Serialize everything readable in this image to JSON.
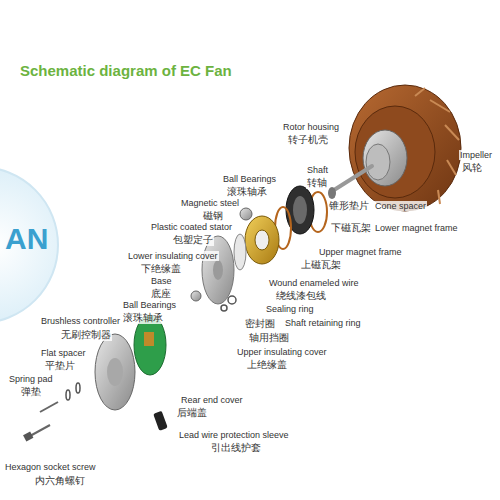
{
  "diagram": {
    "title": "Schematic diagram of EC Fan",
    "labels": [
      "AN",
      "Rotor housing",
      "转子机壳",
      "Impeller",
      "风轮",
      "Shaft",
      "转轴",
      "Ball Bearings",
      "滚珠轴承",
      "Magnetic steel",
      "锥形垫片",
      "Cone spacer",
      "磁钢",
      "Plastic coated stator",
      "下磁瓦架",
      "Lower magnet frame",
      "包塑定子",
      "Lower insulating cover",
      "Upper magnet frame",
      "下绝缘盖",
      "Base",
      "上磁瓦架",
      "底座",
      "Wound enameled wire",
      "Ball Bearings",
      "滚珠轴承",
      "绕线漆包线",
      "Sealing ring",
      "Brushless controller",
      "密封圈",
      "Shaft retaining ring",
      "无刷控制器",
      "轴用挡圈",
      "Upper insulating cover",
      "Flat spacer",
      "Spring pad",
      "上绝缘盖",
      "平垫片",
      "弹垫",
      "Rear end cover",
      "后端盖",
      "Lead wire protection sleeve",
      "引出线护套",
      "Hexagon socket screw",
      "内六角螺钉"
    ]
  }
}
